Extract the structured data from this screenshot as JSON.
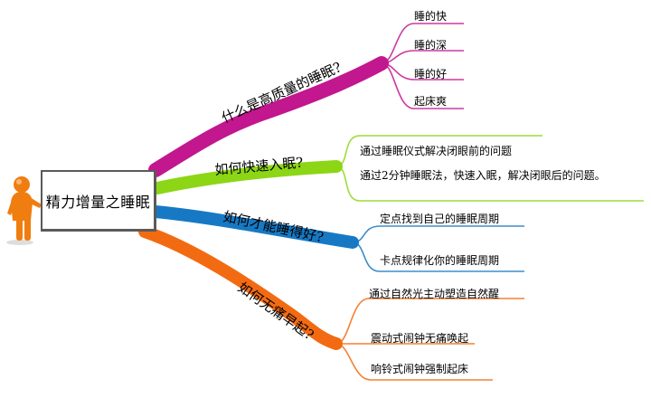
{
  "central_topic": "精力增量之睡眠",
  "colors": {
    "magenta": "#c2178f",
    "lime": "#8cd616",
    "blue": "#1779c4",
    "orange": "#f26b12",
    "figure": "#f07d10"
  },
  "branches": [
    {
      "label": "什么是高质量的睡眠?",
      "color": "magenta",
      "items": [
        "睡的快",
        "睡的深",
        "睡的好",
        "起床爽"
      ]
    },
    {
      "label": "如何快速入眠?",
      "color": "lime",
      "items": [
        "通过睡眠仪式解决闭眼前的问题",
        "通过2分钟睡眠法，快速入眠，解决闭眼后的问题。"
      ]
    },
    {
      "label": "如何才能睡得好?",
      "color": "blue",
      "items": [
        "定点找到自己的睡眠周期",
        "卡点规律化你的睡眠周期"
      ]
    },
    {
      "label": "如何无痛早起?",
      "color": "orange",
      "items": [
        "通过自然光主动塑造自然醒",
        "震动式闹钟无痛唤起",
        "响铃式闹钟强制起床"
      ]
    }
  ]
}
